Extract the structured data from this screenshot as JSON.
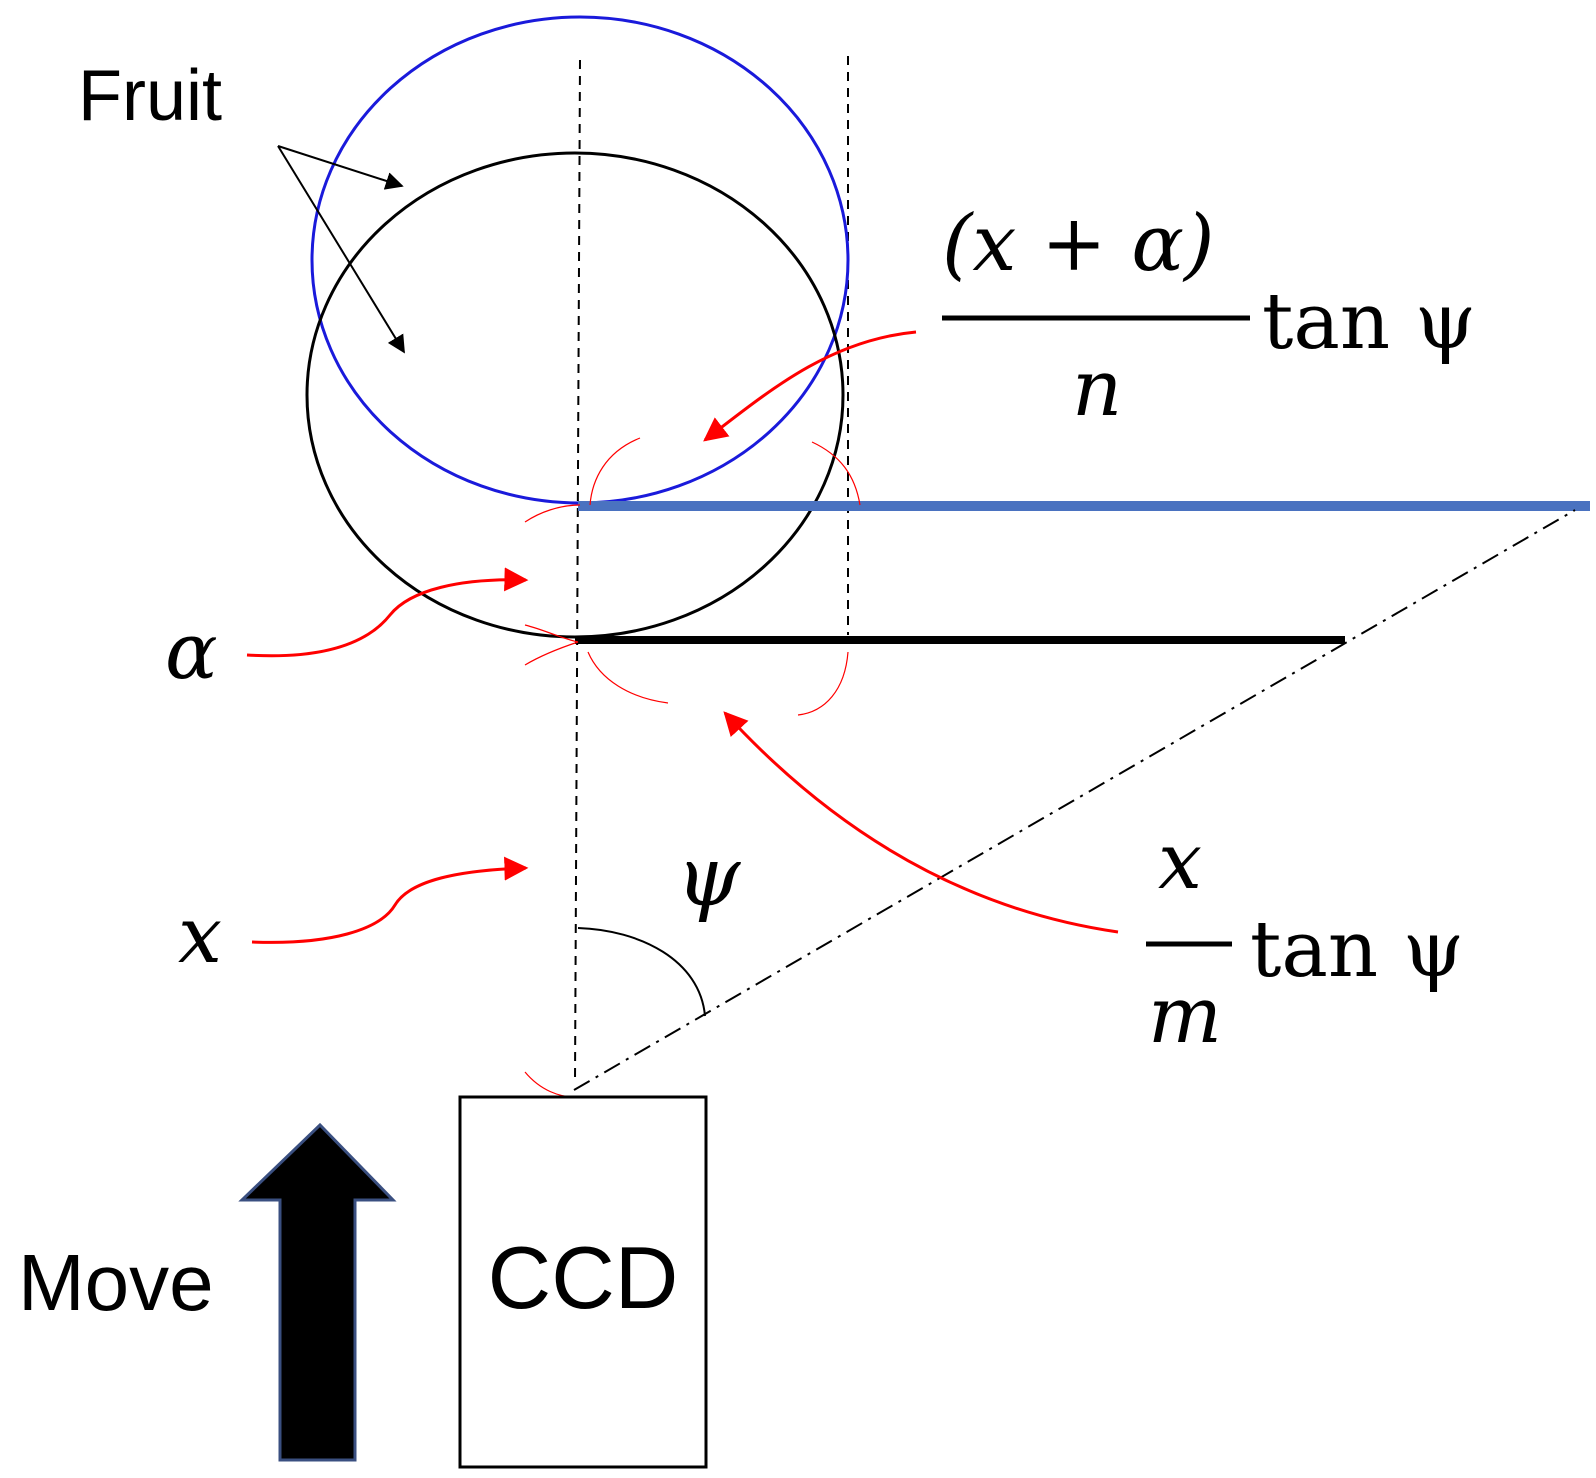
{
  "labels": {
    "fruit": "Fruit",
    "move": "Move",
    "ccd": "CCD",
    "alpha": "α",
    "x": "x",
    "psi": "ψ",
    "formula_top": {
      "numerator": "(x + α)",
      "denominator": "n",
      "suffix": "tan ψ"
    },
    "formula_bottom": {
      "numerator": "x",
      "denominator": "m",
      "suffix": "tan ψ"
    }
  },
  "colors": {
    "fruit_shifted_outline": "#1a1adb",
    "fruit_original_outline": "#000000",
    "blue_baseline": "#4a72c0",
    "annotation_red": "#ff0000",
    "outline_black": "#000000",
    "move_arrow_fill": "#000000",
    "move_arrow_border": "#3a4f80"
  },
  "icons": {
    "move_arrow": "up-arrow-icon"
  }
}
